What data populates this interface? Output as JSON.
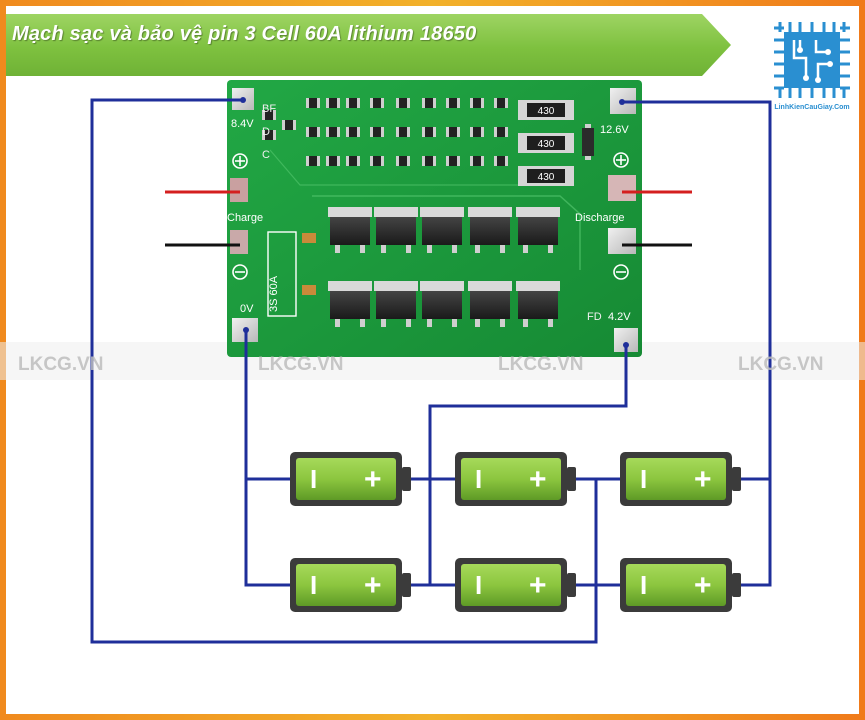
{
  "header": {
    "title": "Mạch sạc và bảo vệ pin 3 Cell 60A lithium 18650",
    "logo_text": "LinhKienCauGiay.Com"
  },
  "watermark": {
    "text": "LKCG.VN"
  },
  "board": {
    "pads": {
      "v84": "8.4V",
      "v126": "12.6V",
      "charge": "Charge",
      "discharge": "Discharge",
      "v0": "0V",
      "v42": "4.2V"
    },
    "rating_label": "3S 60A",
    "resistor_values": [
      "430",
      "430",
      "430"
    ],
    "silk_small": [
      "BF",
      "D",
      "C",
      "FD"
    ]
  },
  "battery": {
    "minus_symbol": "I",
    "plus_symbol": "+"
  },
  "colors": {
    "wire": "#1f2f9a",
    "pcb": "#1b9a3a",
    "pcb_dark": "#137a2b",
    "battery_body": "#3a3a3a",
    "battery_fill": "#8cc63f",
    "charge_positive": "#d41f1f",
    "charge_negative": "#111111",
    "title_bar": "#7ec13f",
    "frame": "#f2a024"
  }
}
